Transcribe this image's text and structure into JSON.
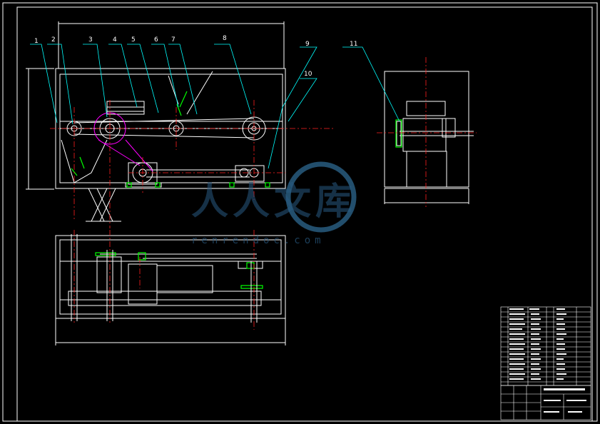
{
  "part_labels": [
    "1",
    "2",
    "3",
    "4",
    "5",
    "6",
    "7",
    "8",
    "9",
    "10",
    "11"
  ],
  "watermark": {
    "text": "人人文库",
    "url": "renrendoc.com"
  },
  "colors": {
    "frame": "#ffffff",
    "leader": "#00ffff",
    "center_line": "#ff2020",
    "green": "#00ff00",
    "magenta": "#ff00ff",
    "watermark": "#2d6890"
  }
}
